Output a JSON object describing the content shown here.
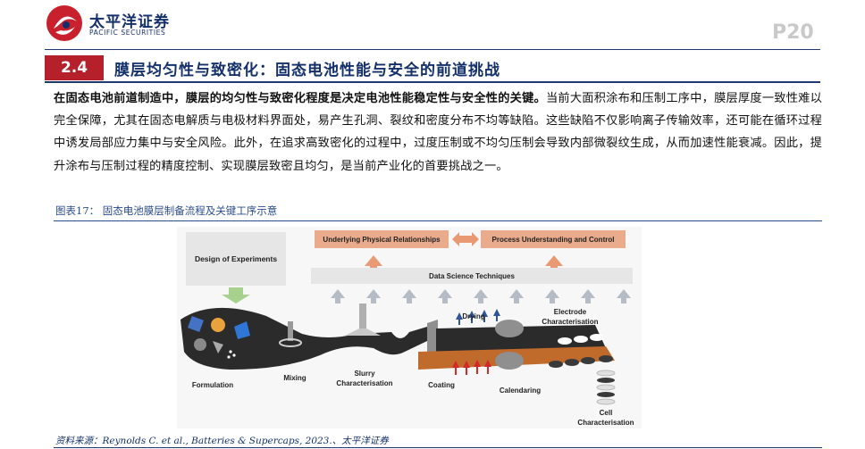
{
  "header": {
    "logo_cn": "太平洋证券",
    "logo_en": "PACIFIC SECURITIES",
    "page_number": "P20"
  },
  "section": {
    "number": "2.4",
    "title": "膜层均匀性与致密化：固态电池性能与安全的前道挑战"
  },
  "paragraph": {
    "lead_bold": "在固态电池前道制造中，膜层的均匀性与致密化程度是决定电池性能稳定性与安全性的关键。",
    "body": "当前大面积涂布和压制工序中，膜层厚度一致性难以完全保障，尤其在固态电解质与电极材料界面处，易产生孔洞、裂纹和密度分布不均等缺陷。这些缺陷不仅影响离子传输效率，还可能在循环过程中诱发局部应力集中与安全风险。此外，在追求高致密化的过程中，过度压制或不均匀压制会导致内部微裂纹生成，从而加速性能衰减。因此，提升涂布与压制过程的精度控制、实现膜层致密且均匀，是当前产业化的首要挑战之一。"
  },
  "figure": {
    "caption": "图表17：  固态电池膜层制备流程及关键工序示意",
    "design_of_experiments": "Design of Experiments",
    "underlying": "Underlying Physical Relationships",
    "process_understanding": "Process Understanding and Control",
    "data_science": "Data Science Techniques",
    "labels": {
      "formulation": "Formulation",
      "mixing": "Mixing",
      "slurry_1": "Slurry",
      "slurry_2": "Characterisation",
      "coating": "Coating",
      "drying": "Drying",
      "calendaring": "Calendaring",
      "electrode_1": "Electrode",
      "electrode_2": "Characterisation",
      "cell_1": "Cell",
      "cell_2": "Characterisation"
    },
    "colors": {
      "orange_box": "#e9ab8c",
      "orange_arrow": "#e99a74",
      "gray_box": "#e6e6e6",
      "gray_arrow": "#b5bcc6",
      "green_arrow": "#a9d18e",
      "blue_arrow": "#2f5597",
      "red_arrow": "#d62828"
    }
  },
  "source": "资料来源：Reynolds C. et al., Batteries & Supercaps, 2023.、太平洋证券"
}
